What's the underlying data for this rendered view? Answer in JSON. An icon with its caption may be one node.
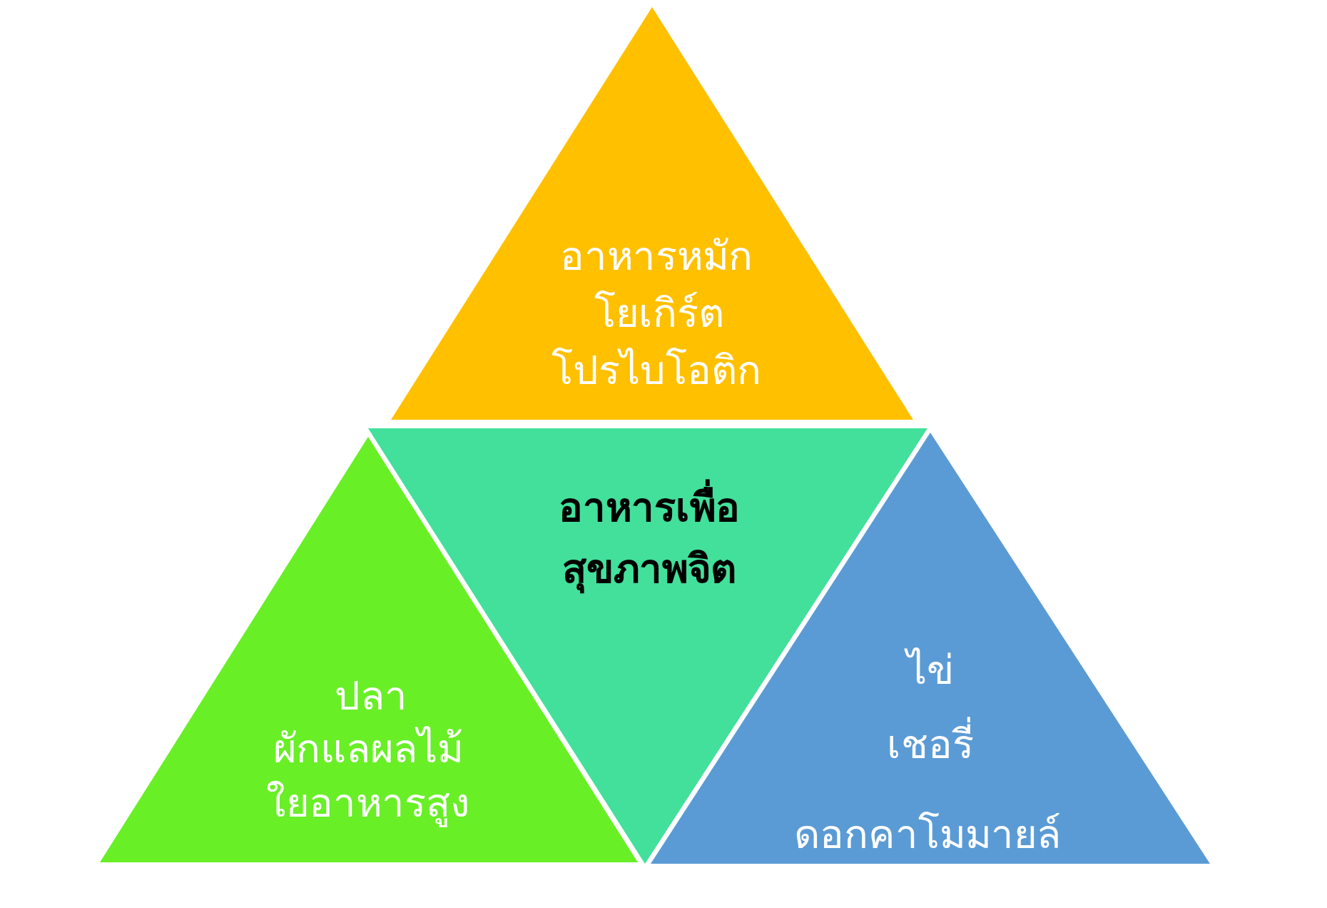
{
  "diagram": {
    "nodes": [
      {
        "text": [
          "อาหารหมัก",
          "โยเกิร์ต",
          "โปรไบโอติก"
        ]
      },
      {
        "text": [
          "ปลา",
          "ผักแลผลไม้",
          "ใยอาหารสูง"
        ]
      },
      {
        "text": [
          "อาหารเพื่อสุขภาพจิต"
        ]
      },
      {
        "text": [
          "ไข่",
          "เชอรี่",
          "ดอกคาโมมายล์"
        ]
      }
    ]
  }
}
